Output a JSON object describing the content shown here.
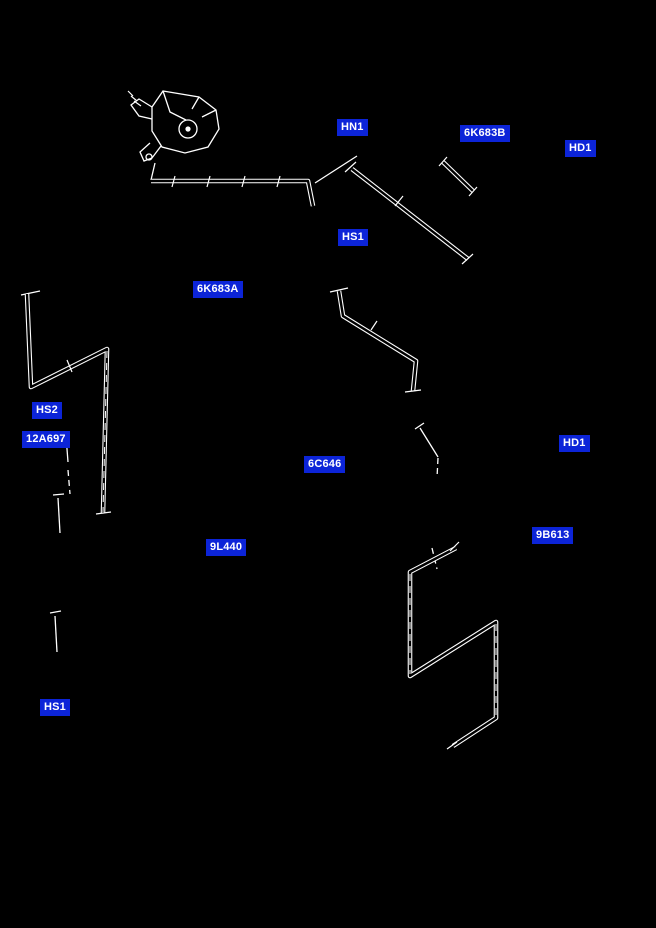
{
  "diagram": {
    "colors": {
      "background": "#000000",
      "line": "#ffffff",
      "label_bg": "#0c24d8",
      "label_fg": "#ffffff"
    },
    "labels": [
      {
        "id": "hn1",
        "text": "HN1"
      },
      {
        "id": "6k683b",
        "text": "6K683B"
      },
      {
        "id": "hd1-top",
        "text": "HD1"
      },
      {
        "id": "hs1-top",
        "text": "HS1"
      },
      {
        "id": "6k683a",
        "text": "6K683A"
      },
      {
        "id": "hs2",
        "text": "HS2"
      },
      {
        "id": "12a697",
        "text": "12A697"
      },
      {
        "id": "6c646",
        "text": "6C646"
      },
      {
        "id": "hd1-right",
        "text": "HD1"
      },
      {
        "id": "9b613",
        "text": "9B613"
      },
      {
        "id": "9l440",
        "text": "9L440"
      },
      {
        "id": "hs1-bottom",
        "text": "HS1"
      }
    ]
  }
}
